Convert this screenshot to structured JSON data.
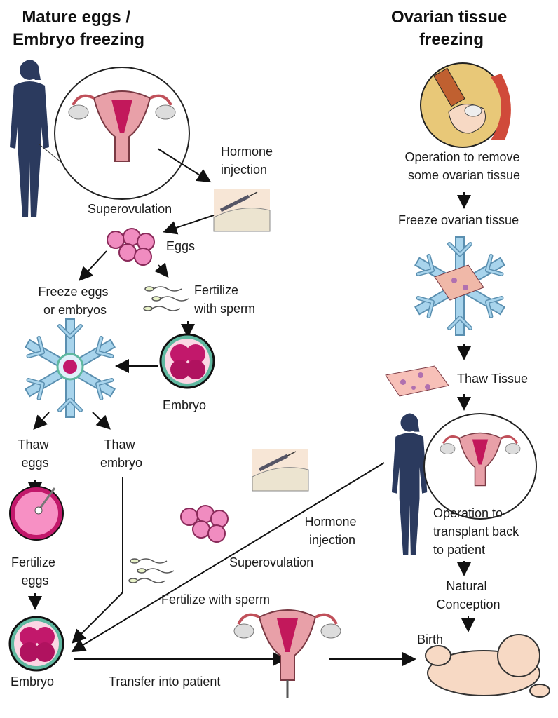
{
  "titles": {
    "left": [
      "Mature eggs /",
      "Embryo freezing"
    ],
    "right": [
      "Ovarian tissue",
      "freezing"
    ]
  },
  "left_flow": {
    "hormone_injection": [
      "Hormone",
      "injection"
    ],
    "superovulation": "Superovulation",
    "eggs": "Eggs",
    "freeze": [
      "Freeze eggs",
      "or embryos"
    ],
    "fertilize": [
      "Fertilize",
      "with sperm"
    ],
    "embryo": "Embryo",
    "thaw_eggs": [
      "Thaw",
      "eggs"
    ],
    "thaw_embryo": [
      "Thaw",
      "embryo"
    ],
    "fertilize_eggs": [
      "Fertilize",
      "eggs"
    ],
    "embryo_final": "Embryo",
    "transfer": "Transfer into patient"
  },
  "middle_flow": {
    "hormone_injection": [
      "Hormone",
      "injection"
    ],
    "superovulation": "Superovulation",
    "fertilize": "Fertilize with sperm"
  },
  "right_flow": {
    "operation_remove": [
      "Operation to remove",
      "some ovarian tissue"
    ],
    "freeze_tissue": "Freeze ovarian tissue",
    "thaw_tissue": "Thaw Tissue",
    "operation_transplant": [
      "Operation to",
      "transplant back",
      "to patient"
    ],
    "natural_conception": [
      "Natural",
      "Conception"
    ],
    "birth": "Birth"
  },
  "colors": {
    "silhouette": "#2b3a5e",
    "egg": "#f08cc0",
    "embryo": "#c2186b",
    "snowflake": "#a8d4ec",
    "uterus": "#e8a0a8",
    "skin": "#f7d9c4"
  }
}
